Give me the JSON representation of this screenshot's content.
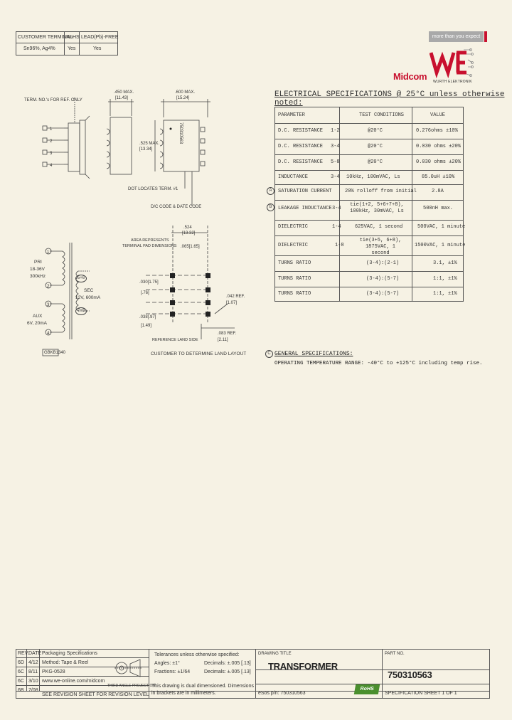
{
  "header_table": {
    "col1_head": "CUSTOMER TERMINAL",
    "col2_head": "RoHS",
    "col3_head": "LEAD(Pb)-FREE",
    "col1_val": "Sn96%, Ag4%",
    "col2_val": "Yes",
    "col3_val": "Yes"
  },
  "brand": {
    "tagline": "more than you expect",
    "name": "Midcom",
    "sub": "WURTH ELEKTRONIK",
    "red": "#c8102e",
    "grey": "#a9a9a9"
  },
  "drawing": {
    "term_note": "TERM. NO.'s FOR REF. ONLY",
    "dim_450": ".450 MAX.",
    "dim_450mm": "[11.43]",
    "dim_600": ".600 MAX.",
    "dim_600mm": "[15.24]",
    "dim_525": ".525 MAX.",
    "dim_525mm": "[13.34]",
    "dot_note": "DOT LOCATES TERM. #1",
    "date_note": "D/C CODE & DATE CODE",
    "part_vert": "750310563",
    "dim_524": ".524",
    "dim_524mm": "[13.32]",
    "area_note": "AREA REPRESENTS",
    "area_note2": "TERMINAL PAD DIMENSIONS",
    "dim_065": ".065[1.65]",
    "dim_030a": ".030[1.75]",
    "dim_030b": "[.76]",
    "dim_042": ".042 REF.[1.07]",
    "dim_038": ".038[.97]",
    "dim_149": "[1.49]",
    "ref_land": "REFERENCE LAND SIDE",
    "dim_083": ".083 REF.[2.11]",
    "customer_note": "CUSTOMER TO DETERMINE LAND LAYOUT",
    "pri_label": "PRI",
    "pri_v1": "18-36V",
    "pri_v2": "300kHz",
    "sec_label": "SEC",
    "sec_v1": "12V, 600mA",
    "aux_label": "AUX",
    "aux_v1": "6V, 20mA",
    "bottom_tag": "GBKB1340"
  },
  "spec": {
    "title": "ELECTRICAL SPECIFICATIONS @ 25°C unless otherwise noted:",
    "head": {
      "param": "PARAMETER",
      "cond": "TEST CONDITIONS",
      "value": "VALUE"
    },
    "rows": [
      {
        "param": "D.C. RESISTANCE",
        "pins": "1-2",
        "cond": "@20°C",
        "value": "0.276ohms ±10%"
      },
      {
        "param": "D.C. RESISTANCE",
        "pins": "3-4",
        "cond": "@20°C",
        "value": "0.030 ohms ±20%"
      },
      {
        "param": "D.C. RESISTANCE",
        "pins": "5-8",
        "cond": "@20°C",
        "value": "0.030 ohms ±20%"
      },
      {
        "param": "INDUCTANCE",
        "pins": "3-4",
        "cond": "10kHz, 100mVAC, Ls",
        "value": "85.0uH ±10%"
      },
      {
        "param": "SATURATION CURRENT",
        "pins": "",
        "cond": "20% rolloff from initial",
        "value": "2.8A"
      },
      {
        "param": "LEAKAGE INDUCTANCE",
        "pins": "3-4",
        "cond": "tie(1+2, 5+6+7+8), 100kHz, 30mVAC, Ls",
        "value": "500nH max."
      },
      {
        "param": "DIELECTRIC",
        "pins": "1-4",
        "cond": "625VAC, 1 second",
        "value": "500VAC, 1 minute"
      },
      {
        "param": "DIELECTRIC",
        "pins": "1-8",
        "cond": "tie(3+5, 6+8), 1875VAC, 1 second",
        "value": "1500VAC, 1 minute"
      },
      {
        "param": "TURNS RATIO",
        "pins": "",
        "cond": "(3-4):(2-1)",
        "value": "3.1, ±1%"
      },
      {
        "param": "TURNS RATIO",
        "pins": "",
        "cond": "(3-4):(5-7)",
        "value": "1:1, ±1%"
      },
      {
        "param": "TURNS RATIO",
        "pins": "",
        "cond": "(3-4):(5-7)",
        "value": "1:1, ±1%"
      }
    ],
    "note_a": "A",
    "note_b": "B"
  },
  "general": {
    "title": "GENERAL SPECIFICATIONS:",
    "text": "OPERATING TEMPERATURE RANGE: -40°C to +125°C including temp rise.",
    "note": "C"
  },
  "title_block": {
    "rev_h": "REV.",
    "date_h": "DATE",
    "revs": [
      {
        "rev": "6D",
        "date": "4/12",
        "desc": "Packaging Specifications"
      },
      {
        "rev": "6C",
        "date": "8/11",
        "desc": "Method: Tape & Reel"
      },
      {
        "rev": "6C",
        "date": "3/10",
        "desc": "PKG-0528"
      },
      {
        "rev": "6B",
        "date": "7/08",
        "desc": "www.we-online.com/midcom"
      }
    ],
    "see_rev": "SEE REVISION SHEET FOR REVISION LEVEL",
    "third_angle": "THIRD ANGLE PROJECTION",
    "tol_title": "Tolerances unless otherwise specified:",
    "tol_angles": "Angles: ±1°",
    "tol_frac": "Fractions: ±1/64",
    "tol_dec1": "Decimals: ±.005 [.13]",
    "tol_dec2": "Decimals: ±.005 [.13]",
    "dual1": "This drawing is dual dimensioned. Dimensions",
    "dual2": "in brackets are in millimeters.",
    "drawing_title_h": "DRAWING TITLE",
    "drawing_title": "TRANSFORMER",
    "part_no_h": "PART NO.",
    "part_no": "750310563",
    "esos": "eSos p/n: 750310563",
    "sheet": "SPECIFICATION SHEET 1 OF 1",
    "rohs": "RoHS",
    "rohs_green": "#4a8f2e"
  }
}
